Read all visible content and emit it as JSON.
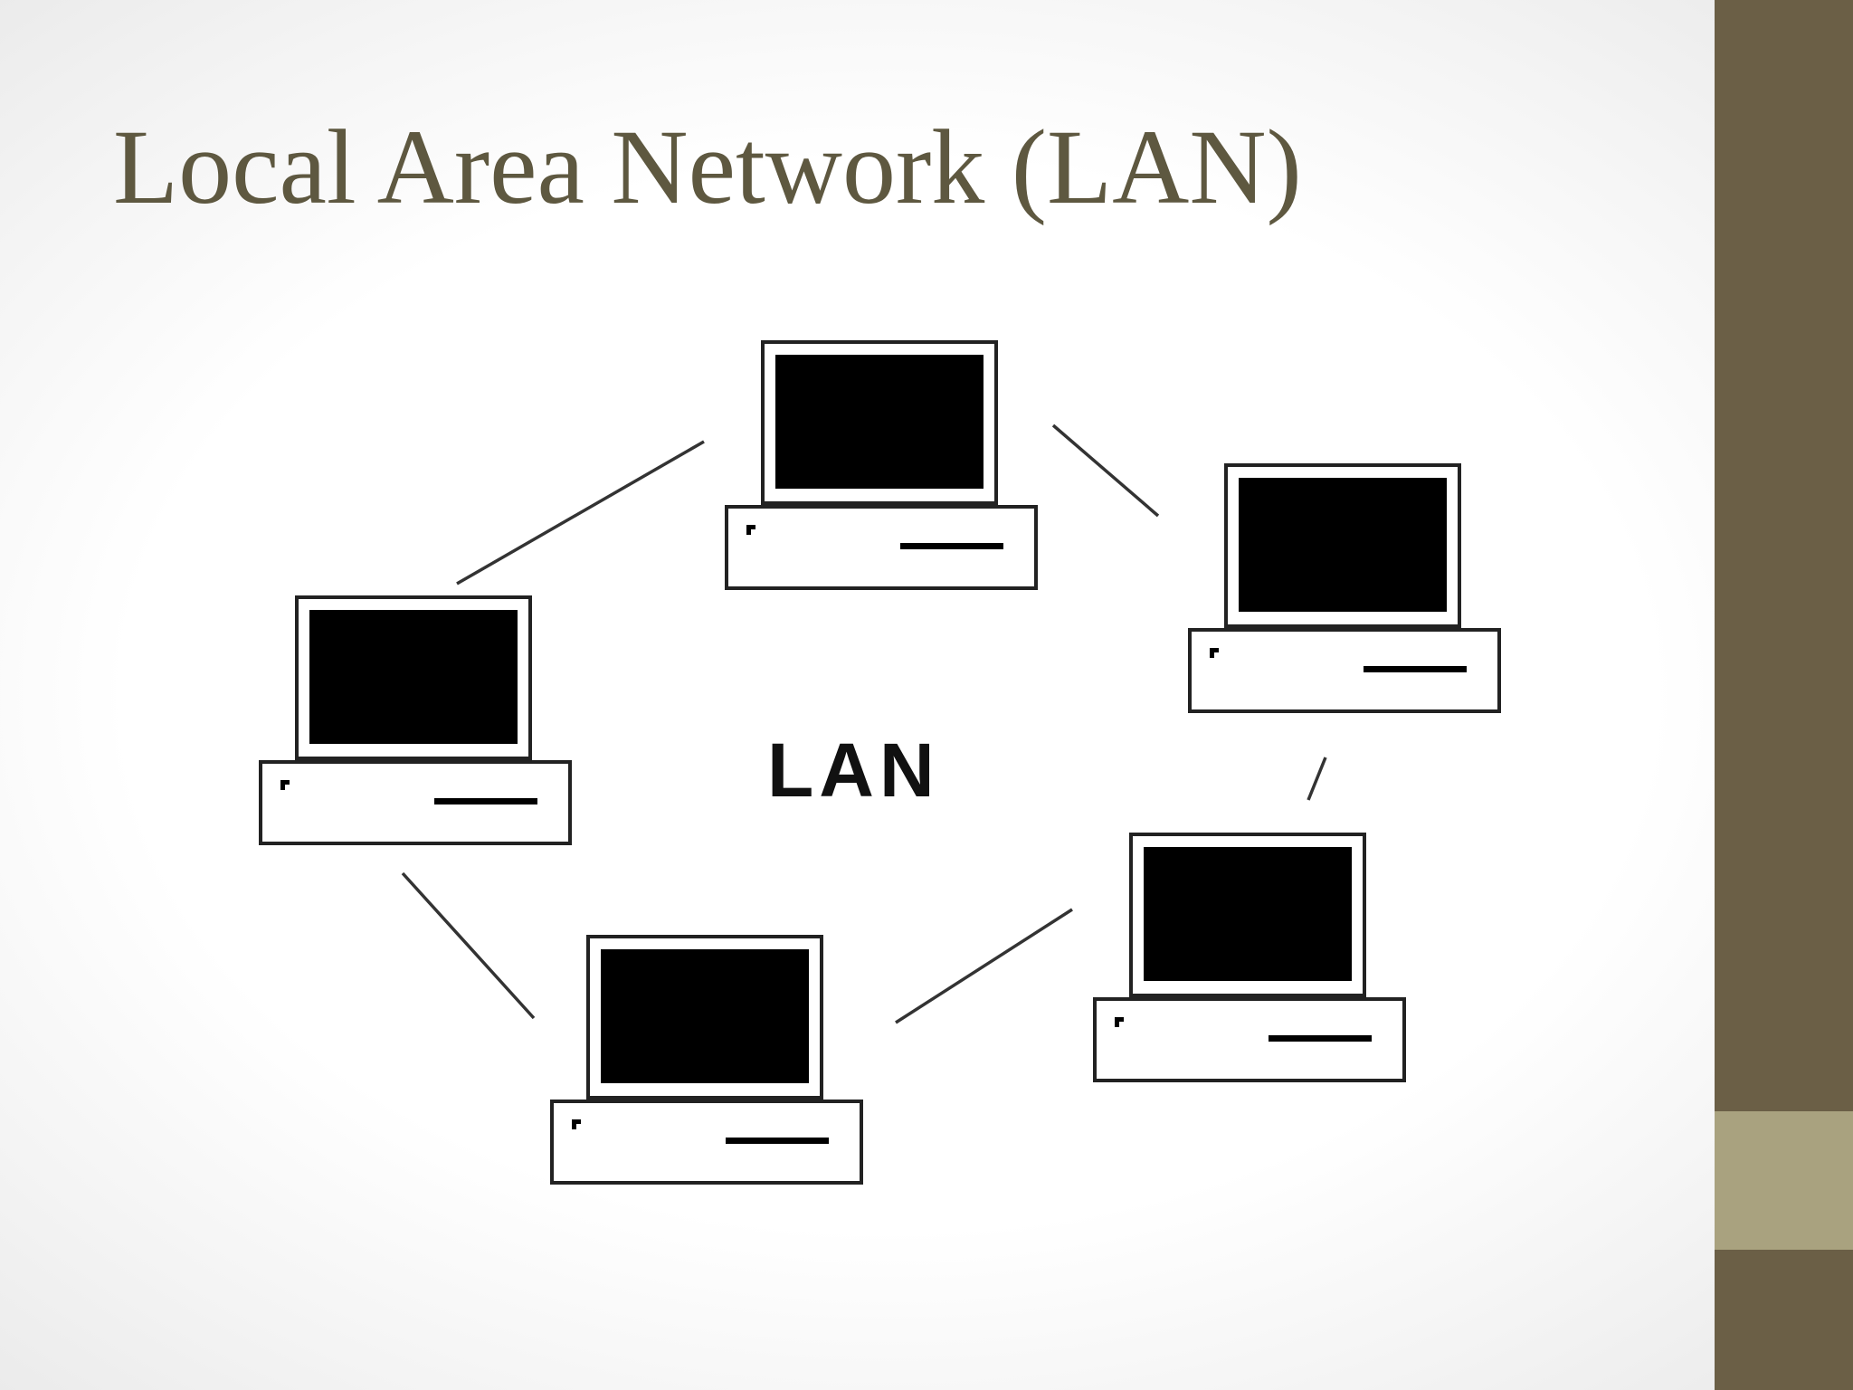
{
  "slide": {
    "title": "Local Area Network (LAN)"
  },
  "diagram": {
    "center_label": "LAN",
    "nodes": [
      "computer-top",
      "computer-right-upper",
      "computer-right-lower",
      "computer-bottom",
      "computer-left"
    ],
    "links": [
      [
        "computer-left",
        "computer-top"
      ],
      [
        "computer-top",
        "computer-right-upper"
      ],
      [
        "computer-right-upper",
        "computer-right-lower"
      ],
      [
        "computer-right-lower",
        "computer-bottom"
      ],
      [
        "computer-bottom",
        "computer-left"
      ]
    ]
  },
  "colors": {
    "title": "#5e5840",
    "sidebar_dark": "#6b5f46",
    "sidebar_light": "#a9a27f",
    "screen": "#000000"
  }
}
